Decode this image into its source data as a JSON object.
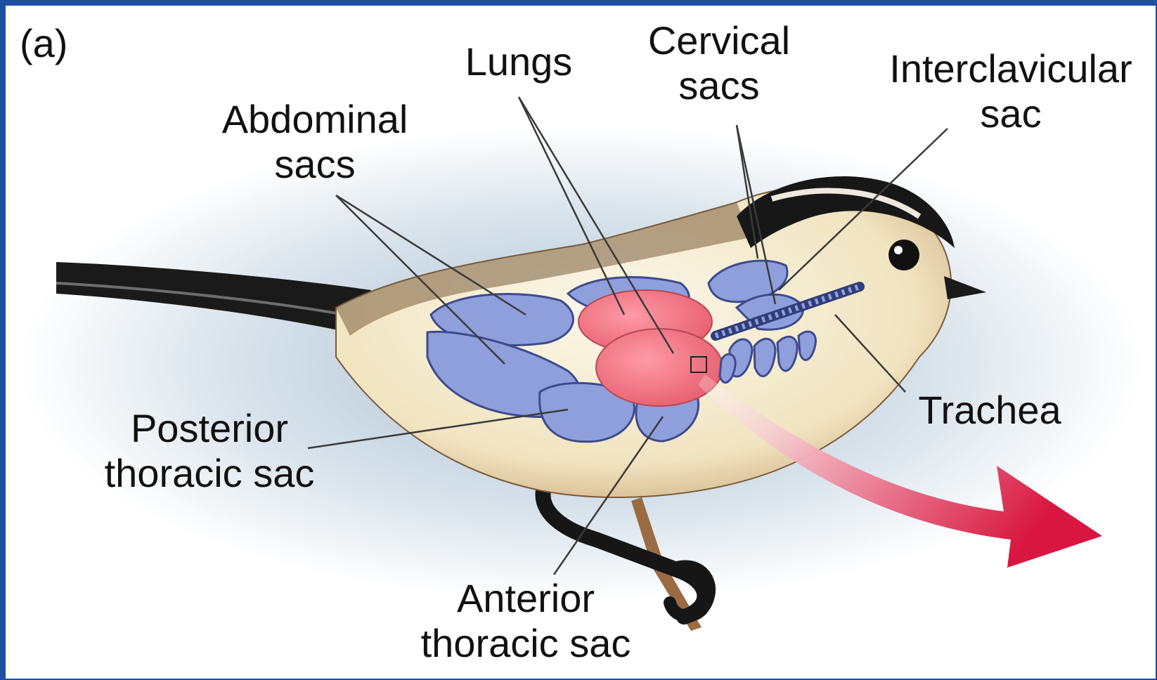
{
  "panel_letter": "(a)",
  "labels": {
    "lungs": [
      "Lungs"
    ],
    "cervical": [
      "Cervical",
      "sacs"
    ],
    "interclavicular": [
      "Interclavicular",
      "sac"
    ],
    "abdominal": [
      "Abdominal",
      "sacs"
    ],
    "posterior": [
      "Posterior",
      "thoracic sac"
    ],
    "trachea": [
      "Trachea"
    ],
    "anterior": [
      "Anterior",
      "thoracic sac"
    ]
  },
  "colors": {
    "frame": "#1f4fa0",
    "air_sac": "#8f9fdc",
    "lung": "#ec6f7d",
    "arrow": "#d81f4a",
    "plumage": "#efe2bf"
  }
}
